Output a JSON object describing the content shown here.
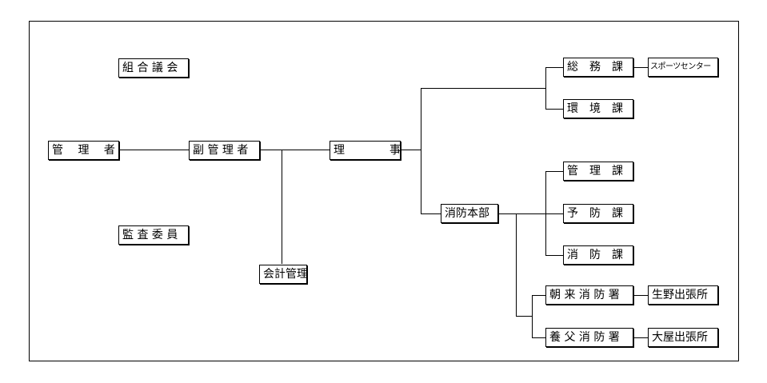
{
  "chart_data": {
    "type": "org-chart",
    "nodes": [
      {
        "id": "kumiai-gikai",
        "label": "組 合 議 会"
      },
      {
        "id": "kanrisha",
        "label": "管　 理 　者"
      },
      {
        "id": "fuku-kanrisha",
        "label": "副 管 理 者"
      },
      {
        "id": "kansa-iin",
        "label": "監 査 委 員"
      },
      {
        "id": "riji",
        "label": "理　　　　事"
      },
      {
        "id": "kaikei-kanrisha",
        "label": "会計管理者"
      },
      {
        "id": "somu-ka",
        "label": "総　務　課"
      },
      {
        "id": "sports-center",
        "label": "スポーツセンター"
      },
      {
        "id": "kankyo-ka",
        "label": "環　境　課"
      },
      {
        "id": "shobo-honbu",
        "label": "消防本部"
      },
      {
        "id": "kanri-ka",
        "label": "管　理　課"
      },
      {
        "id": "yobo-ka",
        "label": "予　防　課"
      },
      {
        "id": "shobo-ka",
        "label": "消　防　課"
      },
      {
        "id": "asago-shobosho",
        "label": "朝 来 消 防 署"
      },
      {
        "id": "ikuno-shutchosho",
        "label": "生野出張所"
      },
      {
        "id": "yabu-shobosho",
        "label": "養 父 消 防 署"
      },
      {
        "id": "oya-shutchosho",
        "label": "大屋出張所"
      }
    ],
    "edges": [
      [
        "kanrisha",
        "fuku-kanrisha"
      ],
      [
        "fuku-kanrisha",
        "riji"
      ],
      [
        "fuku-kanrisha",
        "kaikei-kanrisha"
      ],
      [
        "riji",
        "somu-ka"
      ],
      [
        "riji",
        "kankyo-ka"
      ],
      [
        "riji",
        "shobo-honbu"
      ],
      [
        "somu-ka",
        "sports-center"
      ],
      [
        "shobo-honbu",
        "kanri-ka"
      ],
      [
        "shobo-honbu",
        "yobo-ka"
      ],
      [
        "shobo-honbu",
        "shobo-ka"
      ],
      [
        "shobo-honbu",
        "asago-shobosho"
      ],
      [
        "shobo-honbu",
        "yabu-shobosho"
      ],
      [
        "asago-shobosho",
        "ikuno-shutchosho"
      ],
      [
        "yabu-shobosho",
        "oya-shutchosho"
      ]
    ]
  }
}
